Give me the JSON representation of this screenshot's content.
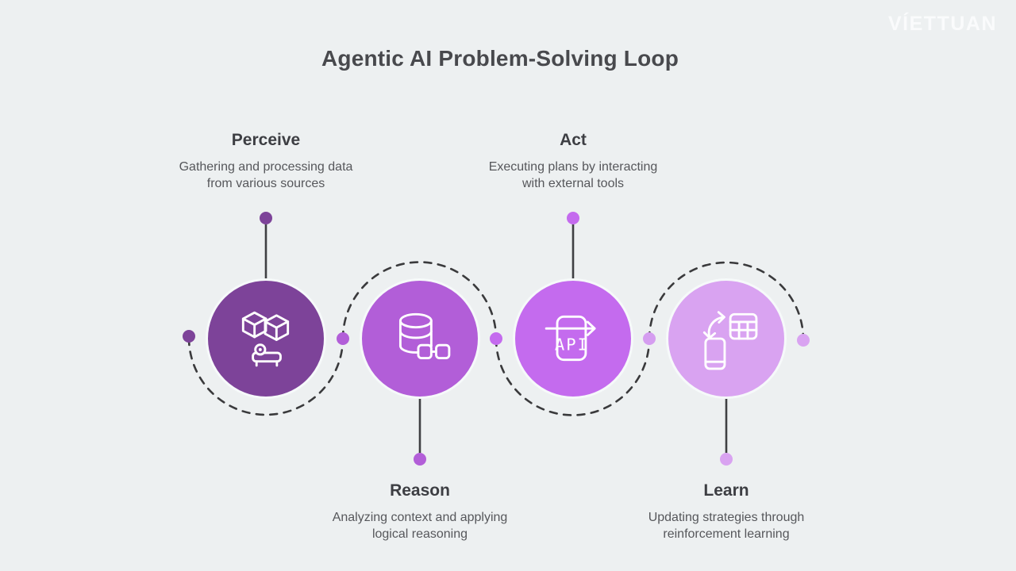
{
  "page": {
    "title": "Agentic AI Problem-Solving Loop",
    "brand": "VÍETTUAN",
    "background_color": "#edf0f1"
  },
  "steps": [
    {
      "title": "Perceive",
      "description_lines": [
        "Gathering and processing data",
        "from various sources"
      ],
      "color": "#7d4399",
      "icon": "perception-objects-scanner-icon",
      "label_position": "top"
    },
    {
      "title": "Reason",
      "description_lines": [
        "Analyzing context and applying",
        "logical reasoning"
      ],
      "color": "#b25ed8",
      "icon": "database-nodes-icon",
      "label_position": "bottom"
    },
    {
      "title": "Act",
      "description_lines": [
        "Executing plans by interacting",
        "with external tools"
      ],
      "color": "#c46bee",
      "icon": "api-document-arrow-icon",
      "icon_label": "API",
      "label_position": "top"
    },
    {
      "title": "Learn",
      "description_lines": [
        "Updating strategies through",
        "reinforcement learning"
      ],
      "color": "#d9a3f1",
      "icon": "device-sync-table-icon",
      "label_position": "bottom"
    }
  ],
  "connector": {
    "dash_color": "#3a3a3c",
    "stem_color": "#3f4043",
    "junction_dot_colors": [
      "#7d4399",
      "#b25ed8",
      "#c46bee",
      "#d59df0",
      "#d9a3f1"
    ]
  }
}
